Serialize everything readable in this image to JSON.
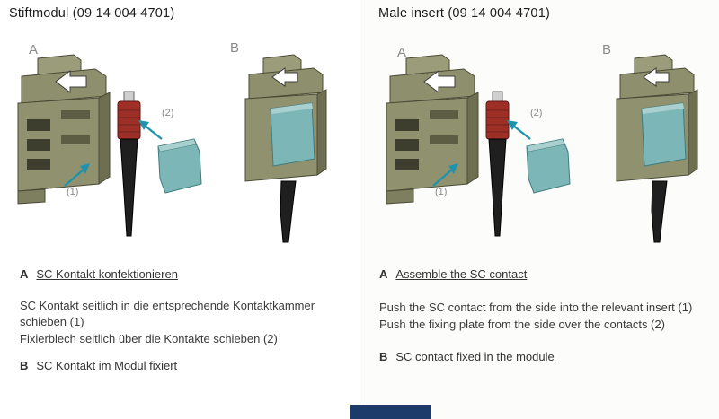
{
  "panels": {
    "left": {
      "title": "Stiftmodul (09 14 004 4701)",
      "figure_a_label": "A",
      "figure_b_label": "B",
      "callout_1": "(1)",
      "callout_2": "(2)",
      "step_a": {
        "prefix": "A",
        "heading": "SC Kontakt konfektionieren"
      },
      "instructions": [
        "SC Kontakt seitlich in die entsprechende Kontaktkammer schieben (1)",
        "Fixierblech seitlich über die Kontakte schieben (2)"
      ],
      "step_b": {
        "prefix": "B",
        "heading": "SC Kontakt im Modul fixiert"
      }
    },
    "right": {
      "title": "Male insert (09 14 004 4701)",
      "figure_a_label": "A",
      "figure_b_label": "B",
      "callout_1": "(1)",
      "callout_2": "(2)",
      "step_a": {
        "prefix": "A",
        "heading": "Assemble the SC contact"
      },
      "instructions": [
        "Push the SC contact from the side into the relevant insert (1)",
        "Push the fixing plate from the side over the contacts (2)"
      ],
      "step_b": {
        "prefix": "B",
        "heading": "SC contact fixed in the module"
      }
    }
  },
  "colors": {
    "module_olive": "#90916f",
    "module_olive_dark": "#6e6f51",
    "contact_red": "#9d2f26",
    "fixing_plate_teal": "#7db6b6",
    "arrow_teal": "#1f93ac",
    "footer_navy": "#1c3a6a"
  }
}
